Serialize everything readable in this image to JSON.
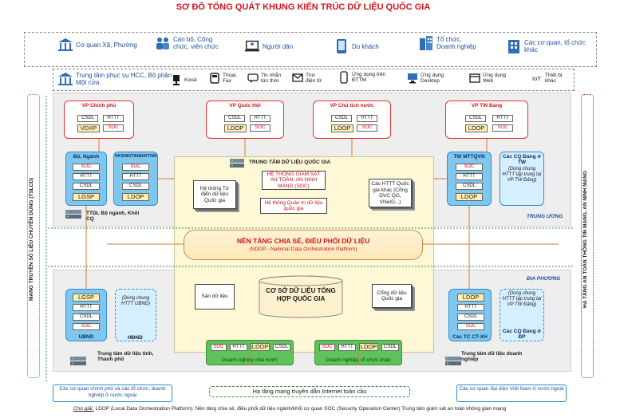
{
  "title": "SƠ ĐỒ TỔNG QUÁT KHUNG KIẾN TRÚC DỮ LIỆU QUỐC GIA",
  "user_groups": [
    {
      "label": "Cơ quan Xã, Phường",
      "icon": "government-building-icon"
    },
    {
      "label": "Cán bộ, Công chức, viên chức",
      "icon": "officials-icon"
    },
    {
      "label": "Người dân",
      "icon": "citizen-computer-icon"
    },
    {
      "label": "Du khách",
      "icon": "tourist-phone-icon"
    },
    {
      "label": "Tổ chức, Doanh nghiệp",
      "icon": "enterprise-building-icon"
    },
    {
      "label": "Các cơ quan, tổ chức khác",
      "icon": "other-organizations-icon"
    }
  ],
  "channels": [
    {
      "label": "Trung tâm phục vụ HCC, Bộ phận Một cửa",
      "icon": "service-center-icon"
    },
    {
      "label": "Kiosk",
      "icon": "kiosk-icon"
    },
    {
      "label": "Thoại, Fax",
      "icon": "phone-fax-icon"
    },
    {
      "label": "Tin nhắn tức thời",
      "icon": "chat-message-icon"
    },
    {
      "label": "Thư điện tử",
      "icon": "email-icon"
    },
    {
      "label": "Ứng dụng trên ĐTTM",
      "icon": "smartphone-app-icon"
    },
    {
      "label": "Ứng dụng Desktop",
      "icon": "desktop-app-icon"
    },
    {
      "label": "Ứng dụng Web",
      "icon": "web-app-icon"
    },
    {
      "label": "Thiết bị khác",
      "icon": "iot-device-icon"
    }
  ],
  "central_agencies": [
    {
      "name": "VP Chính phủ",
      "items": [
        "CSDL",
        "HTTT",
        "VDXP",
        "SOC"
      ]
    },
    {
      "name": "VP Quốc Hội",
      "items": [
        "CSDL",
        "HTTT",
        "LDOP",
        "SOC"
      ]
    },
    {
      "name": "VP Chủ tịch nước",
      "items": [
        "CSDL",
        "HTTT",
        "LDOP",
        "SOC"
      ]
    },
    {
      "name": "VP TW Đảng",
      "items": [
        "CSDL",
        "HTTT",
        "LDOP",
        "SOC"
      ]
    }
  ],
  "left_columns": {
    "bo_nganh": {
      "title": "Bộ, Ngành",
      "items": [
        "SOC",
        "HTTT",
        "CSDL",
        "LGSP"
      ]
    },
    "vksnd": {
      "title": "VKSND/TAND/KTNN",
      "items": [
        "SOC",
        "HTTT",
        "CSDL",
        "LDOP"
      ]
    }
  },
  "right_columns": {
    "mttq": {
      "title": "TW MTTQVN",
      "items": [
        "SOC",
        "HTTT",
        "CSDL",
        "LDOP"
      ]
    },
    "cq_dang_tw": {
      "title": "Các CQ Đảng ở TW",
      "note": "(Dùng chung HTTT tập trung tại VP TW Đảng)"
    }
  },
  "national_center": {
    "title": "TRUNG TÂM DỮ LIỆU QUỐC GIA",
    "dictionary": "Hệ thống Từ điển dữ liệu Quốc gia",
    "soc_system": "HỆ THỐNG GIÁM SÁT AN TOÀN, AN NINH MẠNG (SOC)",
    "data_mgmt": "Hệ thống Quản trị dữ liệu quốc gia",
    "other_systems": "Các HTTT Quốc gia khác (Cổng DVC QG, VNeID...)",
    "platform_title": "NỀN TẢNG CHIA SẺ, ĐIỀU PHỐI DỮ LIỆU",
    "platform_sub": "(NDOP - National Data Orchestration Platform)",
    "data_floor": "Sàn dữ liệu",
    "database_title": "CƠ SỞ DỮ LIỆU TỔNG HỢP QUỐC GIA",
    "data_portal": "Cổng dữ liệu Quốc gia"
  },
  "labels": {
    "central": "TRUNG ƯƠNG",
    "local": "ĐỊA PHƯƠNG",
    "ttdl_ministry": "TTDL Bộ ngành, Khối CQ",
    "ttdl_province": "Trung tâm dữ liệu tỉnh, Thành phố",
    "ttdl_enterprise": "Trung tâm dữ liệu doanh nghiệp",
    "left_vertical": "MẠNG TRUYỀN SỐ LIỆU CHUYÊN DÙNG (TSLCD)",
    "right_vertical": "HẠ TẦNG AN TOÀN THÔNG TIN MẠNG, AN NINH MẠNG",
    "internet": "Hạ tầng mạng truyền dẫn Internet toàn cầu"
  },
  "local_columns": {
    "ubnd": {
      "title": "UBND",
      "items": [
        "LGSP",
        "HTTT",
        "CSDL",
        "SOC"
      ]
    },
    "hdnd": {
      "title": "HĐND",
      "note": "(Dùng chung HTTT UBND)"
    },
    "ct_xh": {
      "title": "Các TC CT-XH",
      "items": [
        "LDOP",
        "HTTT",
        "CSDL",
        "SOC"
      ]
    },
    "cq_dang_dp": {
      "title": "Các CQ Đảng ở ĐP",
      "note": "(Dùng chung HTTT tập trung tại VP TW Đảng)"
    }
  },
  "enterprises": {
    "state": {
      "label": "Doanh nghiệp nhà nước",
      "items": [
        "SOC",
        "HTTT",
        "LDOP",
        "CSDL"
      ]
    },
    "other": {
      "label": "Doanh nghiệp, tổ chức khác",
      "items": [
        "SOC",
        "HTTT",
        "LDOP",
        "CSDL"
      ]
    }
  },
  "foreign": {
    "left": "Các cơ quan chính phủ và các tổ chức, doanh nghiệp ở nước ngoài",
    "right": "Các cơ quan đại diện Việt Nam ở nước ngoài"
  },
  "footnote": {
    "prefix": "Chú giải:",
    "text": " LDOP (Local Data Orchestration Platform): Nền tảng chia sẻ, điều phối dữ liệu ngành/khối cơ quan    SOC (Security Operation Center) Trung tâm giám sát an toàn không gian mạng"
  }
}
